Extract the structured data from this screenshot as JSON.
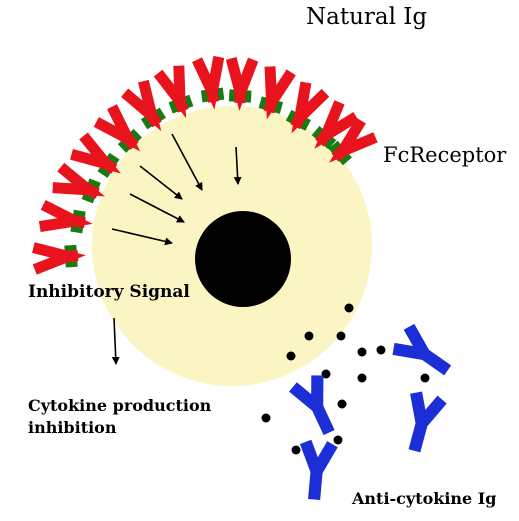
{
  "labels": {
    "natural_ig": "Natural Ig",
    "fc_receptor": "FcReceptor",
    "inhibitory_signal": "Inhibitory Signal",
    "cytokine_line1": "Cytokine production",
    "cytokine_line2": "inhibition",
    "anti_cytokine_ig": "Anti-cytokine Ig"
  },
  "colors": {
    "cell": "#fbf5c3",
    "nucleus": "#000000",
    "natural_ig": "#e8131c",
    "fc_receptor": "#1a7a12",
    "anti_cytokine_ig": "#1c2fd6",
    "arrow": "#000000",
    "cytokine": "#000000"
  }
}
